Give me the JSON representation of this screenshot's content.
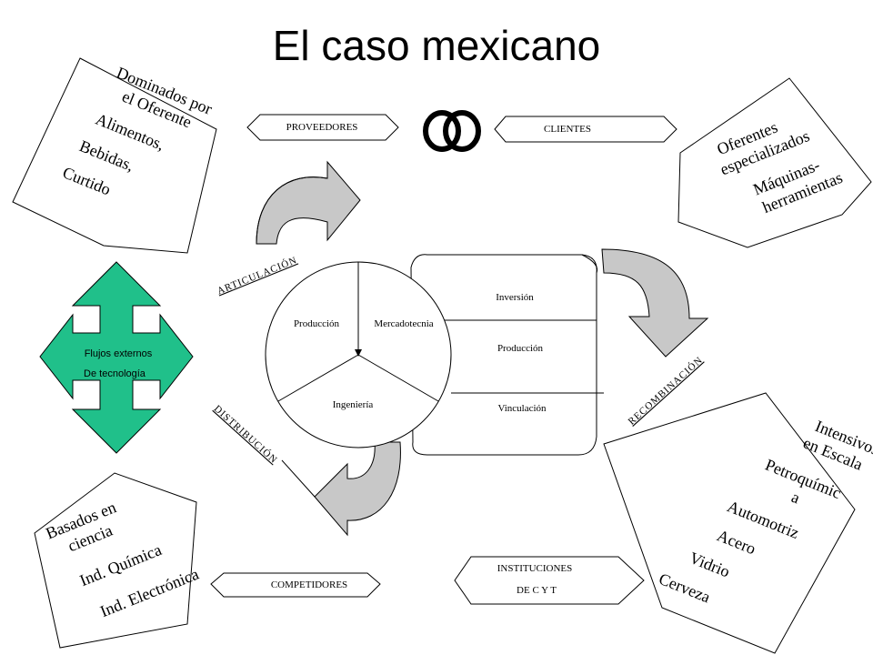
{
  "title": "El caso mexicano",
  "boxes": {
    "top_left": [
      "Dominados por",
      "el Oferente",
      "Alimentos,",
      "Bebidas,",
      "Curtido"
    ],
    "top_right": [
      "Oferentes",
      "especializados",
      "Máquinas-",
      "herramientas"
    ],
    "bottom_left": [
      "Basados en",
      "ciencia",
      "Ind. Química",
      "Ind. Electrónica"
    ],
    "bottom_right": [
      "Intensivos",
      "en Escala",
      "Petroquímic",
      "a",
      "Automotriz",
      "Acero",
      "Vidrio",
      "Cerveza"
    ]
  },
  "banners": {
    "proveedores": "PROVEEDORES",
    "clientes": "CLIENTES",
    "competidores": "COMPETIDORES",
    "instituciones_1": "INSTITUCIONES",
    "instituciones_2": "DE C Y T"
  },
  "flows": {
    "line1": "Flujos externos",
    "line2": "De tecnología"
  },
  "circle": {
    "produccion": "Producción",
    "mercadotecnia": "Mercadotecnia",
    "ingenieria": "Ingeniería"
  },
  "cylinder": {
    "inversion": "Inversión",
    "produccion": "Producción",
    "vinculacion": "Vinculación"
  },
  "arrows": {
    "articulacion": "ARTICULACIÓN",
    "distribucion": "DISTRIBUCIÓN",
    "recombinacion": "RECOMBINACIÓN"
  },
  "colors": {
    "flows_fill": "#20c08a",
    "arrow_gray": "#c8c8c8"
  }
}
